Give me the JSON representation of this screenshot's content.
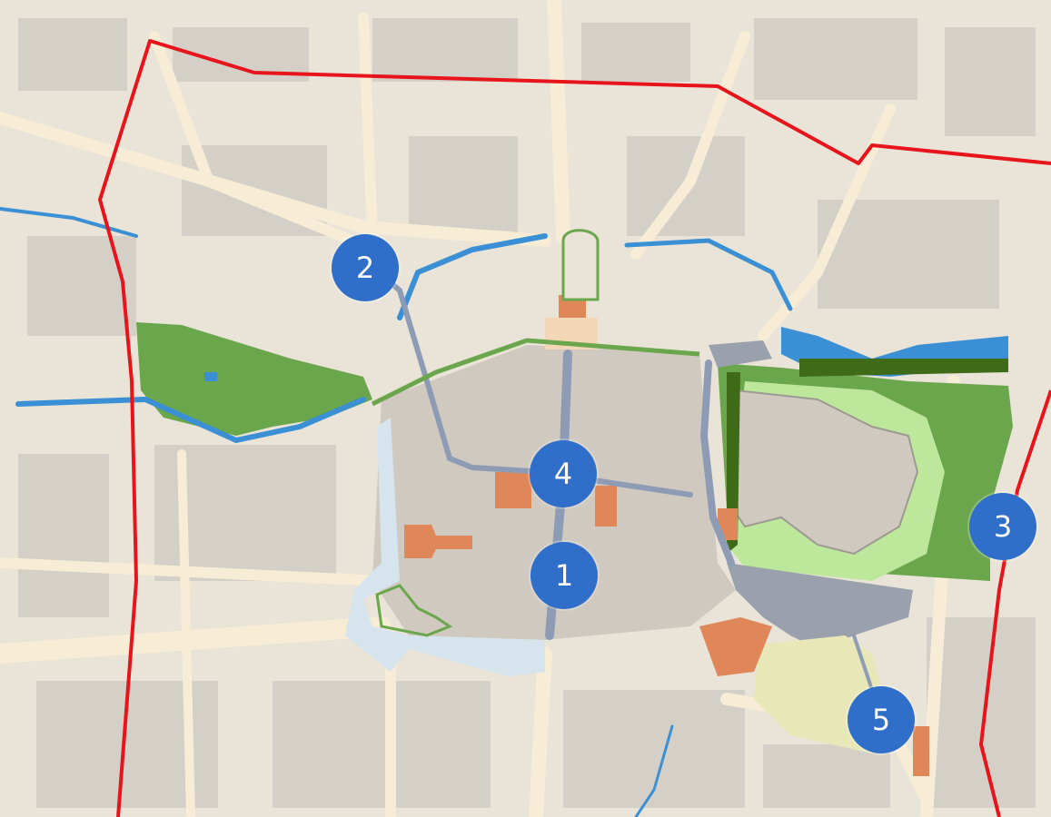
{
  "map": {
    "colors": {
      "background": "#e9e4d7",
      "street": "#f7ecd6",
      "building": "#d4d0c7",
      "old_town": "#cfc9bf",
      "park": "#6aa64b",
      "park_light": "#bde89b",
      "river": "#3b8fd4",
      "square": "#d6e4ee",
      "landmark": "#e0875a",
      "castle": "#b6b6b2",
      "path": "#8d9bb5",
      "boundary": "#e8141b",
      "marker": "#2f6fc9",
      "garden": "#e7e7b7"
    },
    "boundary_label": "red-boundary-line"
  },
  "markers": [
    {
      "id": "1",
      "label": "1"
    },
    {
      "id": "2",
      "label": "2"
    },
    {
      "id": "3",
      "label": "3"
    },
    {
      "id": "4",
      "label": "4"
    },
    {
      "id": "5",
      "label": "5"
    }
  ]
}
